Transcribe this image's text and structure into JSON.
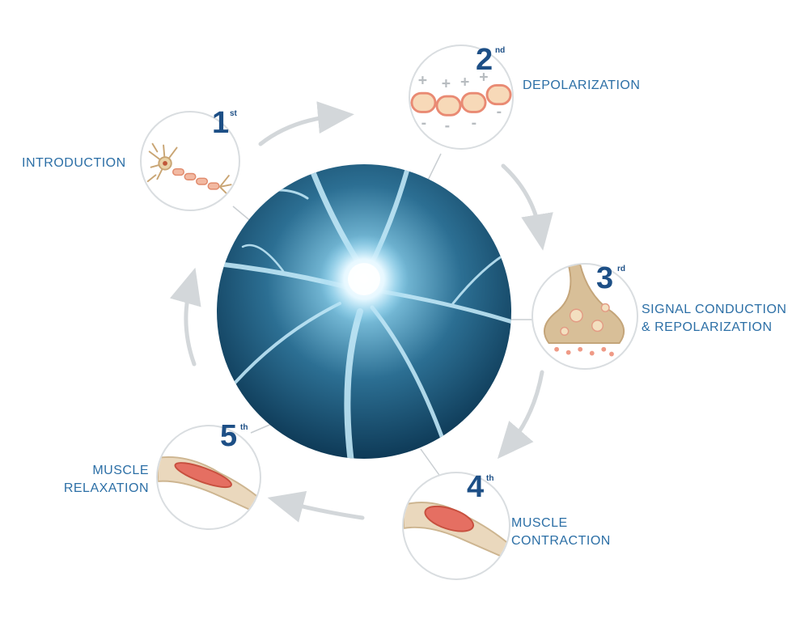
{
  "steps": [
    {
      "num": "1",
      "ord": "st",
      "label_lines": [
        "INTRODUCTION"
      ],
      "icon": "neuron-icon"
    },
    {
      "num": "2",
      "ord": "nd",
      "label_lines": [
        "DEPOLARIZATION"
      ],
      "icon": "axon-charge-icon"
    },
    {
      "num": "3",
      "ord": "rd",
      "label_lines": [
        "SIGNAL CONDUCTION",
        "& REPOLARIZATION"
      ],
      "icon": "synapse-icon"
    },
    {
      "num": "4",
      "ord": "th",
      "label_lines": [
        "MUSCLE",
        "CONTRACTION"
      ],
      "icon": "contracted-muscle-icon"
    },
    {
      "num": "5",
      "ord": "th",
      "label_lines": [
        "MUSCLE",
        "RELAXATION"
      ],
      "icon": "relaxed-muscle-icon"
    }
  ],
  "colors": {
    "number": "#1d4f86",
    "label": "#2c6fa6",
    "arrow": "#d3d7da",
    "ring": "#d9dde0",
    "center_dark": "#0e3a57",
    "center_light": "#7fc3df"
  }
}
